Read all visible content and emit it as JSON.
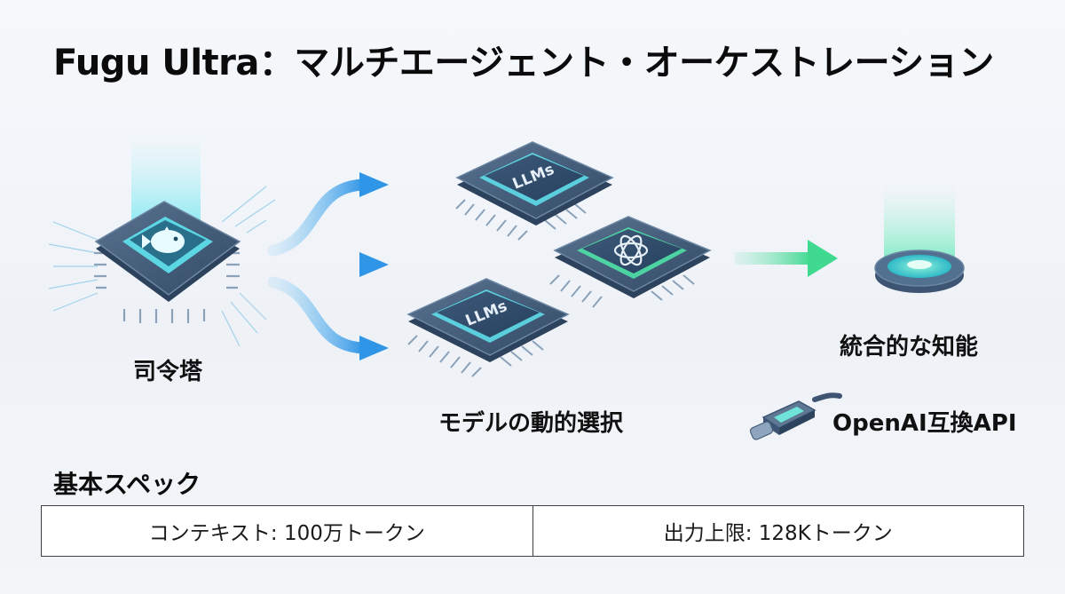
{
  "title": "Fugu Ultra：マルチエージェント・オーケストレーション",
  "nodes": {
    "command_label": "司令塔",
    "selection_label": "モデルの動的選択",
    "integrated_label": "統合的な知能",
    "api_label": "OpenAI互換API"
  },
  "chips": {
    "llm_top_text": "LLMs",
    "llm_bottom_text": "LLMs"
  },
  "specs": {
    "heading": "基本スペック",
    "cells": [
      "コンテキスト: 100万トークン",
      "出力上限: 128Kトークン"
    ]
  },
  "colors": {
    "accent_blue": "#3aa0e8",
    "accent_green": "#4fd89a",
    "chip_body": "#3d5573",
    "glow_cyan": "#5fe3ee"
  }
}
